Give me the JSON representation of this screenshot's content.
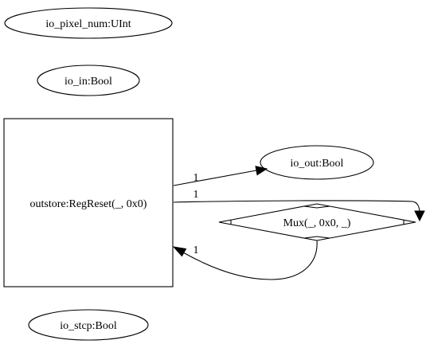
{
  "nodes": {
    "io_pixel_num": "io_pixel_num:UInt",
    "io_in": "io_in:Bool",
    "outstore": "outstore:RegReset(_, 0x0)",
    "io_out": "io_out:Bool",
    "mux": "Mux(_, 0x0, _)",
    "io_stcp": "io_stcp:Bool"
  },
  "edges": {
    "outstore_to_io_out": "1",
    "outstore_to_mux": "1",
    "mux_to_outstore": "1"
  }
}
